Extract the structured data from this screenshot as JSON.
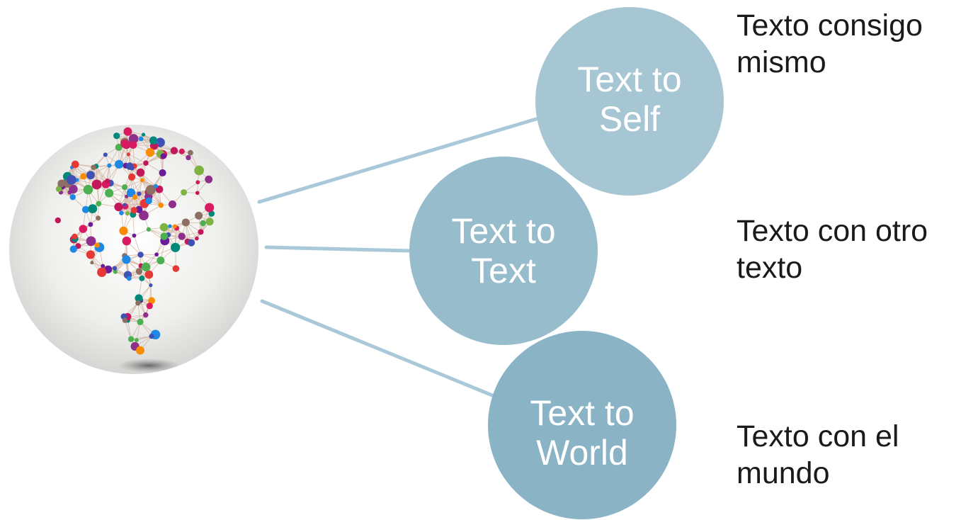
{
  "diagram": {
    "hub": {
      "icon": "brain-network-icon"
    },
    "nodes": [
      {
        "id": "self",
        "label_line1": "Text to",
        "label_line2": "Self",
        "color": "#a6c6d3",
        "description": "Texto consigo mismo"
      },
      {
        "id": "text",
        "label_line1": "Text to",
        "label_line2": "Text",
        "color": "#97bccc",
        "description": "Texto con otro texto"
      },
      {
        "id": "world",
        "label_line1": "Text to",
        "label_line2": "World",
        "color": "#8ab4c6",
        "description": "Texto con el mundo"
      }
    ],
    "connector_color": "#a9c9d8"
  }
}
